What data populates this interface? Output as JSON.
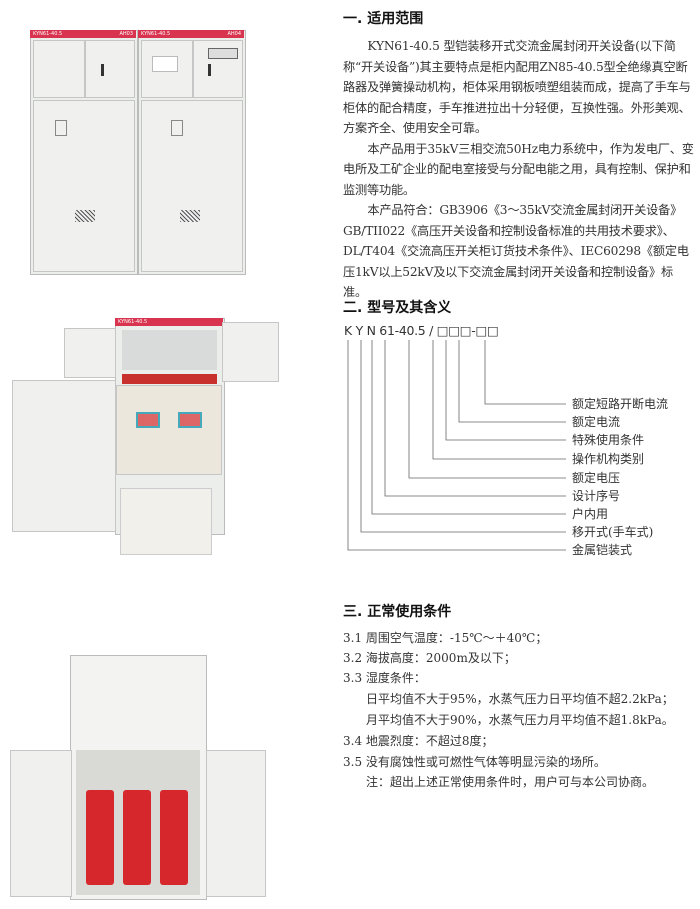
{
  "section1": {
    "title": "一. 适用范围",
    "paragraphs": [
      "KYN61-40.5 型铠装移开式交流金属封闭开关设备(以下简称“开关设备”)其主要特点是柜内配用ZN85-40.5型全绝缘真空断路器及弹簧操动机构，柜体采用钢板喷塑组装而成，提高了手车与柜体的配合精度，手车推进拉出十分轻便，互换性强。外形美观、方案齐全、使用安全可靠。",
      "本产品用于35kV三相交流50Hz电力系统中，作为发电厂、变电所及工矿企业的配电室接受与分配电能之用，具有控制、保护和监测等功能。",
      "本产品符合：GB3906《3～35kV交流金属封闭开关设备》GB/TII022《高压开关设备和控制设备标准的共用技术要求》、DL/T404《交流高压开关柜订货技术条件》、IEC60298《额定电压1kV以上52kV及以下交流金属封闭开关设备和控制设备》标准。"
    ]
  },
  "section2": {
    "title": "二. 型号及其含义",
    "model": "K Y N 61-40.5 / □□□-□□",
    "labels": [
      "额定短路开断电流",
      "额定电流",
      "特殊使用条件",
      "操作机构类别",
      "额定电压",
      "设计序号",
      "户内用",
      "移开式(手车式)",
      "金属铠装式"
    ]
  },
  "section3": {
    "title": "三. 正常使用条件",
    "items": [
      "3.1 周围空气温度：-15℃～＋40℃；",
      "3.2 海拔高度：2000m及以下；",
      "3.3 湿度条件：",
      "日平均值不大于95%，水蒸气压力日平均值不超2.2kPa；",
      "月平均值不大于90%，水蒸气压力月平均值不超1.8kPa。",
      "3.4 地震烈度：不超过8度；",
      "3.5 没有腐蚀性或可燃性气体等明显污染的场所。",
      "注：超出上述正常使用条件时，用户可与本公司协商。"
    ]
  },
  "images": {
    "cabinet1_labels": [
      "KYN61-40.5",
      "AH03",
      "KYN61-40.5",
      "AH04"
    ],
    "cabinet2_label": "KYN61-40.5"
  }
}
